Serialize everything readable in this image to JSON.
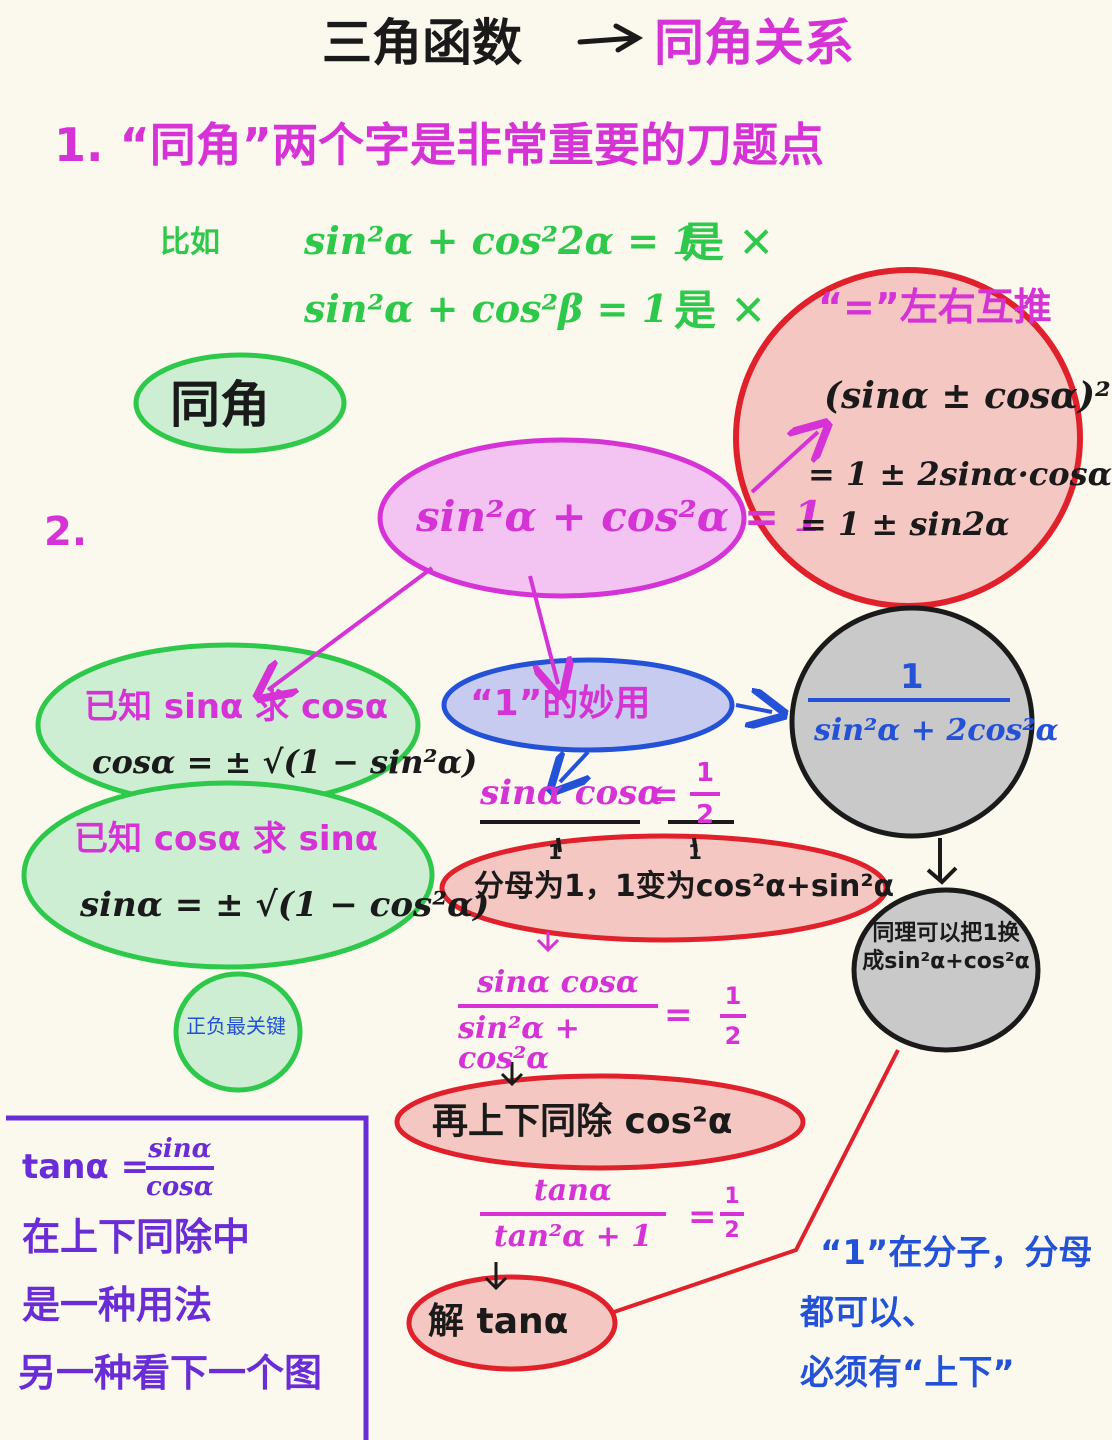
{
  "title": {
    "prefix": "三角函数",
    "arrow": "→",
    "topic": "同角关系"
  },
  "point1": {
    "heading": "1. “同角”两个字是非常重要的刀题点",
    "label": "比如",
    "example1": "sin²α + cos²2α = 1",
    "example1_verdict": "是 ✕",
    "example2": "sin²α + cos²β = 1",
    "example2_verdict": "是 ✕"
  },
  "same_angle_bubble": "同角",
  "point2_label": "2.",
  "center_identity": "sin²α + cos²α = 1",
  "square_note": {
    "heading": "“=”左右互推",
    "expr": "(sinα ± cosα)²",
    "step1": "= 1 ± 2sinα·cosα",
    "step2": "= 1 ± sin2α"
  },
  "known_sin": {
    "title": "已知 sinα 求 cosα",
    "formula": "cosα = ± √(1 − sin²α)"
  },
  "known_cos": {
    "title": "已知 cosα 求 sinα",
    "formula": "sinα = ± √(1 − cos²α)"
  },
  "sign_key": "正负最关键",
  "one_trick": "“1”的妙用",
  "gray_fraction": {
    "numerator": "1",
    "denominator": "sin²α + 2cos²α"
  },
  "gray_note": "同理可以把1换成sin²α+cos²α",
  "given": {
    "lhs": "sinα cosα",
    "eq": "=",
    "num": "1",
    "den": "2",
    "under_left": "1",
    "under_right": "1"
  },
  "denominator_step": "分母为1，1变为cos²α+sin²α",
  "fraction1": {
    "num": "sinα cosα",
    "den": "sin²α + cos²α",
    "eq": "=",
    "rnum": "1",
    "rden": "2"
  },
  "divide_step": "再上下同除 cos²α",
  "fraction2": {
    "num": "tanα",
    "den": "tan²α + 1",
    "eq": "=",
    "rnum": "1",
    "rden": "2"
  },
  "solve": "解 tanα",
  "bottom_note": {
    "line1": "“1”在分子，分母",
    "line2": "都可以、",
    "line3": "必须有“上下”"
  },
  "box": {
    "tan_lhs": "tanα =",
    "tan_num": "sinα",
    "tan_den": "cosα",
    "line1": "在上下同除中",
    "line2": "是一种用法",
    "line3": "另一种看下一个图"
  },
  "colors": {
    "magenta": "#d633d6",
    "green": "#2ec94a",
    "blue": "#2452d6",
    "red": "#d42a2a",
    "purple": "#6a2cd6",
    "paper": "#fbf8ee"
  }
}
